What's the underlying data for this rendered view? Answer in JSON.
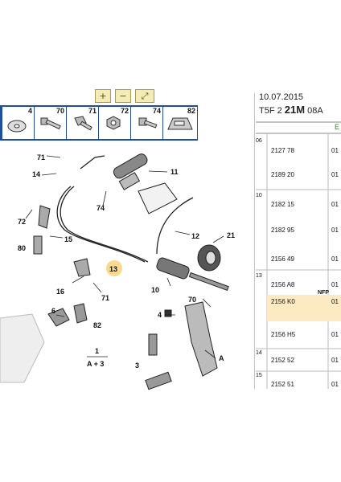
{
  "toolbar": {
    "zoom_in_icon": "zoom-in-icon",
    "zoom_out_icon": "zoom-out-icon",
    "zoom_fit_icon": "zoom-fit-icon"
  },
  "parts_strip": [
    {
      "num": "4"
    },
    {
      "num": "70"
    },
    {
      "num": "71"
    },
    {
      "num": "72"
    },
    {
      "num": "74"
    },
    {
      "num": "82"
    }
  ],
  "header": {
    "date": "10.07.2015",
    "model_prefix": "T5F 2 ",
    "model_bold": "21M",
    "model_suffix": " 08A",
    "eco_letter": "E"
  },
  "rows": [
    {
      "row": "06",
      "ref": "2127 78",
      "qty": "01"
    },
    {
      "row": "",
      "ref": "2189 20",
      "qty": "01"
    },
    {
      "row": "10",
      "ref": "2182 15",
      "qty": "01"
    },
    {
      "row": "",
      "ref": "2182 95",
      "qty": "01"
    },
    {
      "row": "",
      "ref": "2156 49",
      "qty": "01"
    },
    {
      "row": "13",
      "ref": "2156 A8",
      "qty": "01"
    },
    {
      "row": "",
      "ref": "2156 K0",
      "qty": "01"
    },
    {
      "row": "",
      "ref": "2156 H5",
      "qty": "01"
    },
    {
      "row": "14",
      "ref": "2152 52",
      "qty": "01"
    },
    {
      "row": "15",
      "ref": "2152 51",
      "qty": "01"
    }
  ],
  "nfp_label": "NFP",
  "diagram_labels": {
    "l71a": "71",
    "l14": "14",
    "l11": "11",
    "l74": "74",
    "l72": "72",
    "l15": "15",
    "l12": "12",
    "l21": "21",
    "l80": "80",
    "l13": "13",
    "l16": "16",
    "l71b": "71",
    "l10": "10",
    "l70": "70",
    "l6": "6",
    "l82": "82",
    "l4": "4",
    "l1": "1",
    "lA3": "A + 3",
    "l3": "3",
    "lA": "A"
  }
}
